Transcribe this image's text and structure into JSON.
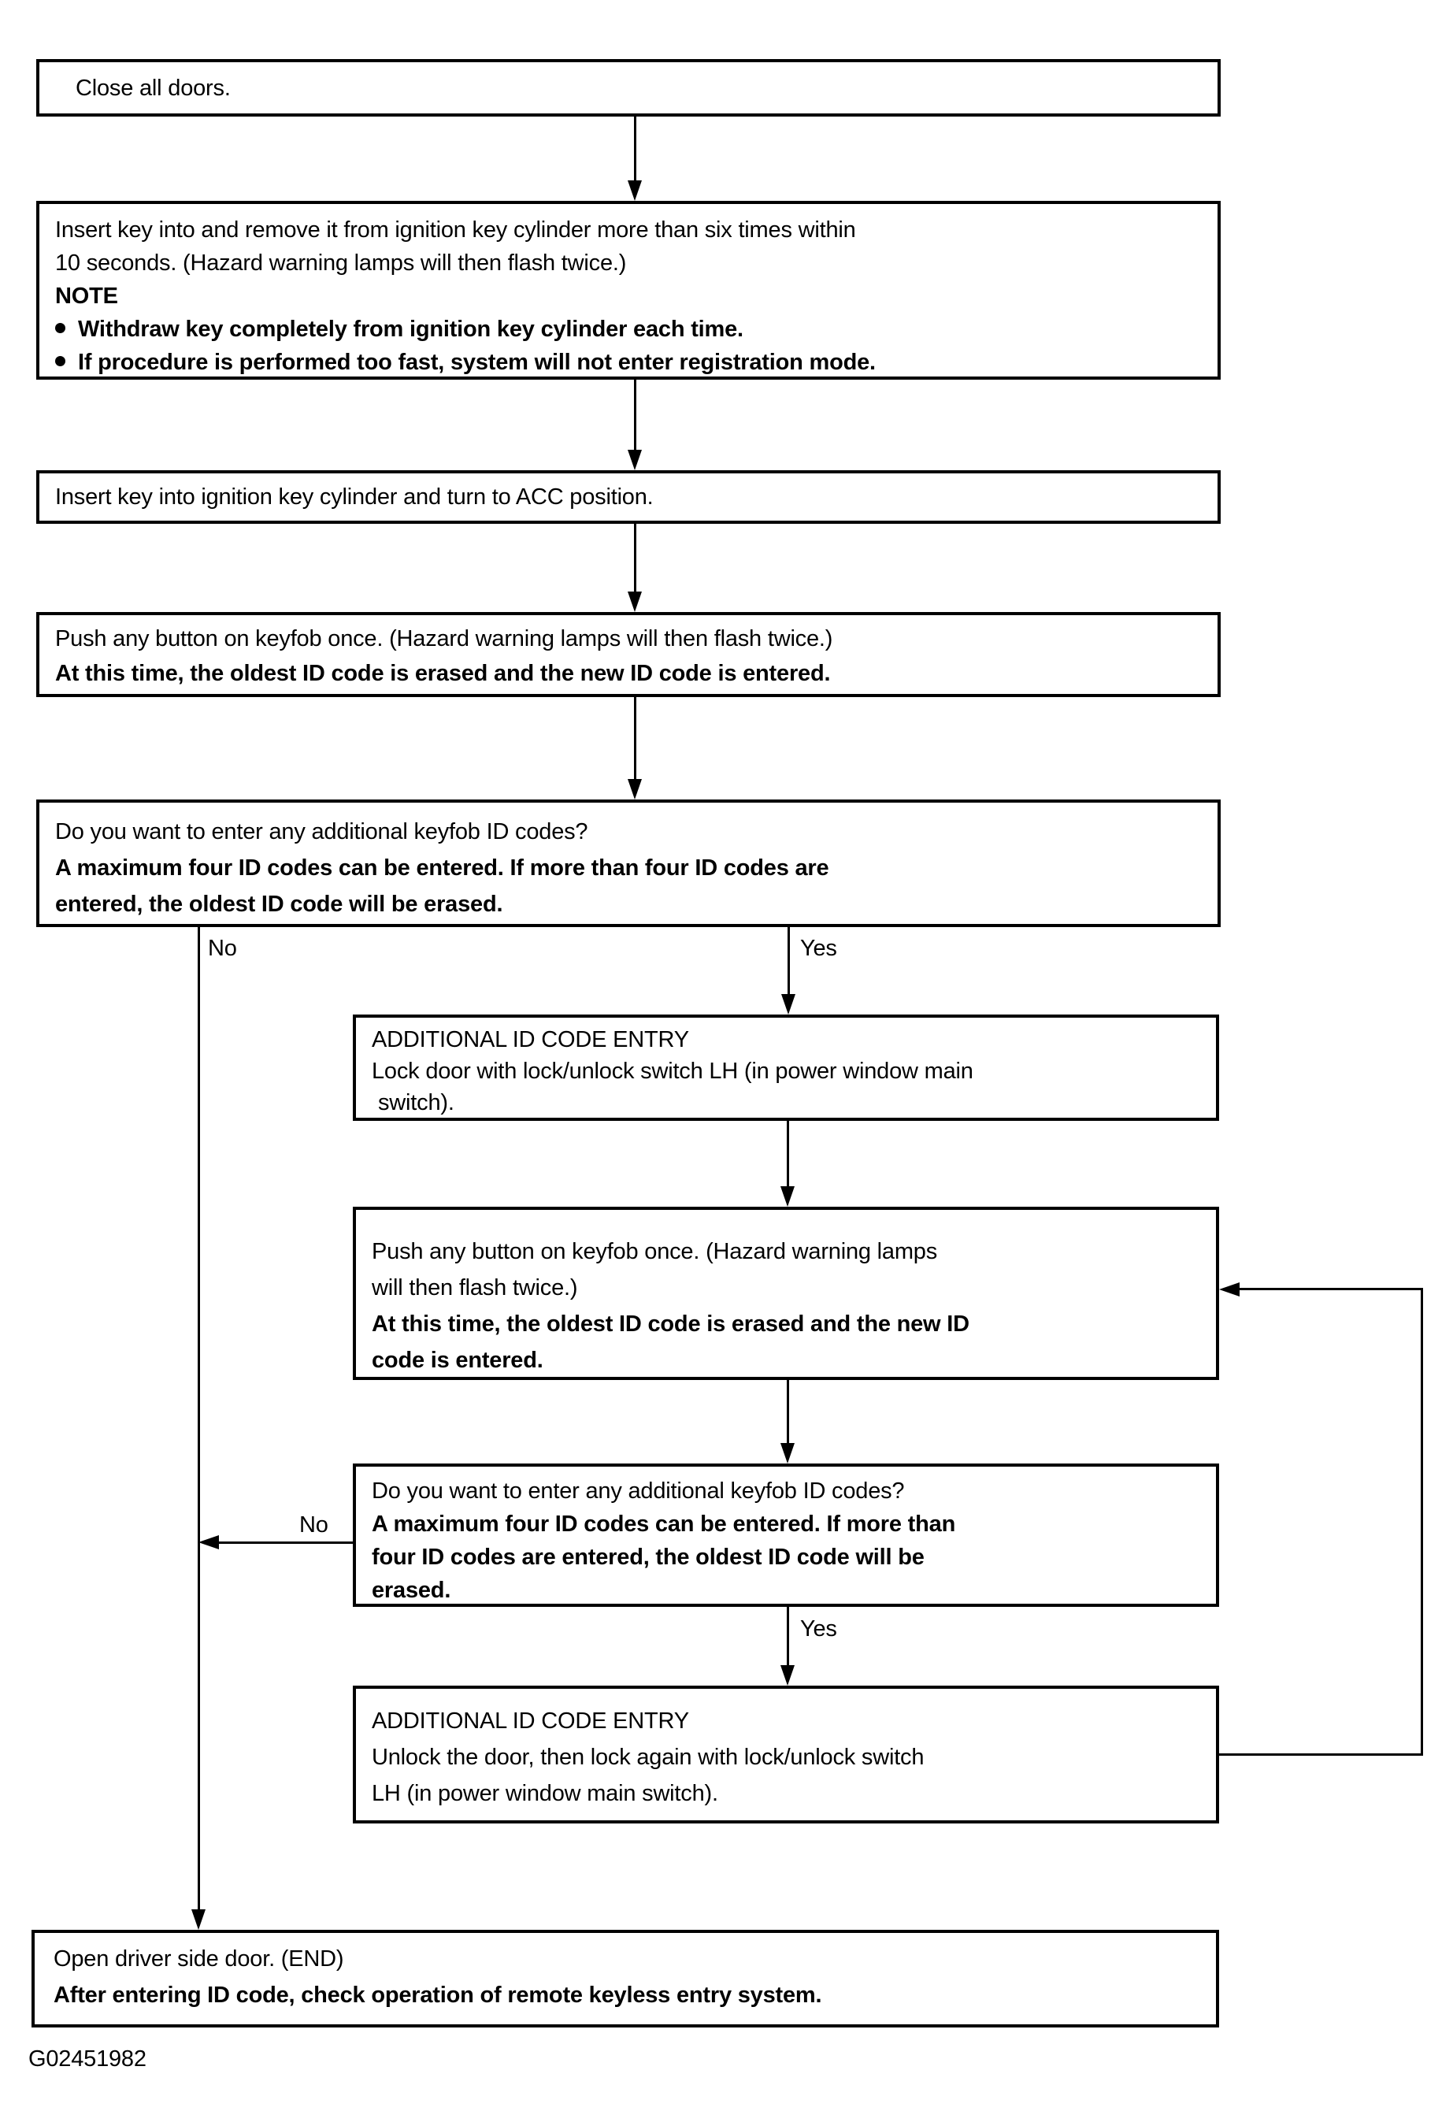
{
  "page": {
    "background": "#ffffff",
    "ink": "#000000",
    "figure_code": "G02451982"
  },
  "branch_labels": {
    "decision1_no": "No",
    "decision1_yes": "Yes",
    "decision2_no": "No",
    "decision2_yes": "Yes"
  },
  "nodes": [
    {
      "id": "close-all-doors",
      "lines": [
        {
          "t": "Close all doors.",
          "b": false
        }
      ]
    },
    {
      "id": "insert-remove-key",
      "lines": [
        {
          "t": "Insert key into and remove it from ignition key cylinder more than six times within",
          "b": false
        },
        {
          "t": "10 seconds. (Hazard warning lamps will then flash twice.)",
          "b": false
        },
        {
          "t": "NOTE",
          "b": true
        },
        {
          "t": "Withdraw key completely from ignition key cylinder each time.",
          "b": true,
          "bullet": true
        },
        {
          "t": "If procedure is performed too fast, system will not enter registration mode.",
          "b": true,
          "bullet": true
        }
      ]
    },
    {
      "id": "turn-to-acc",
      "lines": [
        {
          "t": "Insert key into ignition key cylinder and turn to ACC position.",
          "b": false
        }
      ]
    },
    {
      "id": "push-keyfob-first",
      "lines": [
        {
          "t": "Push any button on keyfob once. (Hazard warning lamps will then flash twice.)",
          "b": false
        },
        {
          "t": "At this time, the oldest ID code is erased and the new ID code is entered.",
          "b": true
        }
      ]
    },
    {
      "id": "decision-additional-codes-1",
      "lines": [
        {
          "t": "Do you want to enter any additional keyfob ID codes?",
          "b": false
        },
        {
          "t": "A maximum four ID codes can be entered. If more than four ID codes are",
          "b": true
        },
        {
          "t": "entered, the oldest ID code will be erased.",
          "b": true
        }
      ]
    },
    {
      "id": "additional-entry-lock",
      "lines": [
        {
          "t": "ADDITIONAL ID CODE ENTRY",
          "b": false
        },
        {
          "t": "Lock door with lock/unlock switch LH (in power window main",
          "b": false
        },
        {
          "t": "switch).",
          "b": false
        }
      ]
    },
    {
      "id": "push-keyfob-loop",
      "lines": [
        {
          "t": "Push any button on keyfob once. (Hazard warning lamps",
          "b": false
        },
        {
          "t": "will then flash twice.)",
          "b": false
        },
        {
          "t": "At this time, the oldest ID code is erased and the new ID",
          "b": true
        },
        {
          "t": "code is entered.",
          "b": true
        }
      ]
    },
    {
      "id": "decision-additional-codes-2",
      "lines": [
        {
          "t": "Do you want to enter any additional keyfob ID codes?",
          "b": false
        },
        {
          "t": "A maximum four ID codes can be entered. If more than",
          "b": true
        },
        {
          "t": "four ID codes are entered, the oldest ID code will be",
          "b": true
        },
        {
          "t": "erased.",
          "b": true
        }
      ]
    },
    {
      "id": "additional-entry-unlock",
      "lines": [
        {
          "t": "ADDITIONAL ID CODE ENTRY",
          "b": false
        },
        {
          "t": "Unlock the door, then lock again with lock/unlock switch",
          "b": false
        },
        {
          "t": "LH (in power window main switch).",
          "b": false
        }
      ]
    },
    {
      "id": "end-open-door",
      "lines": [
        {
          "t": "Open driver side door. (END)",
          "b": false
        },
        {
          "t": "After entering ID code, check operation of remote keyless entry system.",
          "b": true
        }
      ]
    }
  ]
}
